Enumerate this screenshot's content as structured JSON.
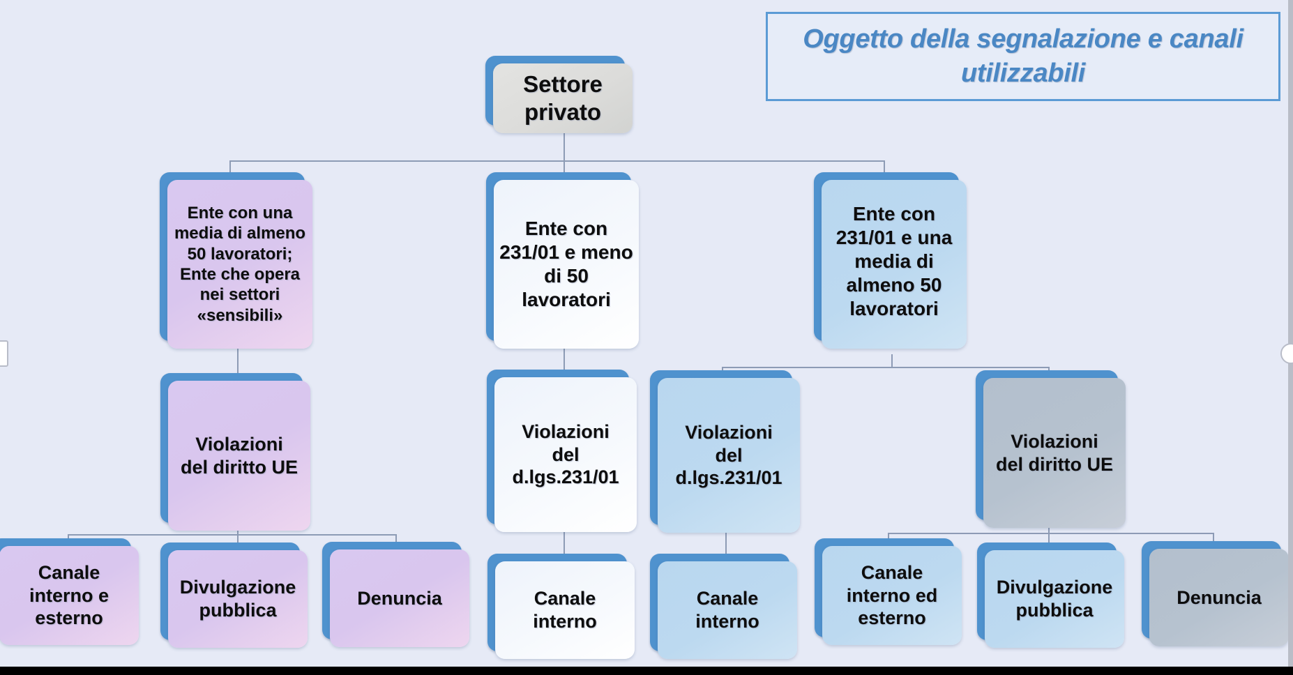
{
  "slide": {
    "background_color": "#e6eaf6",
    "title": "Oggetto della segnalazione e canali utilizzabili",
    "title_color": "#4a87c4",
    "accent_color": "#5b9bd5"
  },
  "diagram": {
    "type": "org-chart",
    "root": {
      "id": "settore-privato",
      "label": "Settore\nprivato",
      "fill": "#dcdcda"
    },
    "level1": [
      {
        "id": "ente-50-sensibili",
        "label": "Ente con una media di almeno 50 lavoratori;\nEnte che opera nei settori «sensibili»",
        "fill": "#d9c8f0"
      },
      {
        "id": "ente-231-meno50",
        "label": "Ente con 231/01 e meno di 50 lavoratori",
        "fill": "#f6f9fd"
      },
      {
        "id": "ente-231-almeno50",
        "label": "Ente con 231/01 e una media di almeno 50 lavoratori",
        "fill": "#bcd9f0"
      }
    ],
    "level2": [
      {
        "id": "violazioni-ue-sx",
        "label": "Violazioni\ndel diritto UE",
        "fill": "#d9c8f0",
        "parent": "ente-50-sensibili"
      },
      {
        "id": "violazioni-231-centro",
        "label": "Violazioni\ndel\nd.lgs.231/01",
        "fill": "#f6f9fd",
        "parent": "ente-231-meno50"
      },
      {
        "id": "violazioni-231-dx",
        "label": "Violazioni\ndel\nd.lgs.231/01",
        "fill": "#bcd9f0",
        "parent": "ente-231-almeno50"
      },
      {
        "id": "violazioni-ue-dx",
        "label": "Violazioni\ndel diritto UE",
        "fill": "#b6c2cf",
        "parent": "ente-231-almeno50"
      }
    ],
    "level3": [
      {
        "id": "canale-int-est-sx",
        "label": "Canale\ninterno e\nesterno",
        "fill": "#d9c8f0",
        "parent": "violazioni-ue-sx"
      },
      {
        "id": "divulgazione-pubblica-sx",
        "label": "Divulgazione\npubblica",
        "fill": "#d9c8f0",
        "parent": "violazioni-ue-sx"
      },
      {
        "id": "denuncia-sx",
        "label": "Denuncia",
        "fill": "#d9c8f0",
        "parent": "violazioni-ue-sx"
      },
      {
        "id": "canale-interno-centro",
        "label": "Canale\ninterno",
        "fill": "#f6f9fd",
        "parent": "violazioni-231-centro"
      },
      {
        "id": "canale-interno-dx",
        "label": "Canale\ninterno",
        "fill": "#bcd9f0",
        "parent": "violazioni-231-dx"
      },
      {
        "id": "canale-int-est-dx",
        "label": "Canale\ninterno ed\nesterno",
        "fill": "#bcd9f0",
        "parent": "violazioni-ue-dx"
      },
      {
        "id": "divulgazione-pubblica-dx",
        "label": "Divulgazione\npubblica",
        "fill": "#bcd9f0",
        "parent": "violazioni-ue-dx"
      },
      {
        "id": "denuncia-dx",
        "label": "Denuncia",
        "fill": "#b6c2cf",
        "parent": "violazioni-ue-dx"
      }
    ]
  }
}
